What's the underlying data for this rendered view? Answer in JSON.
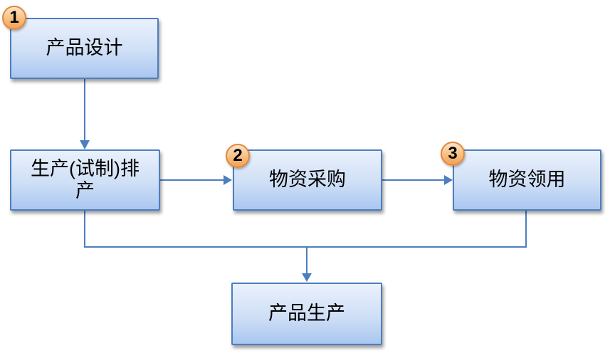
{
  "diagram": {
    "type": "flowchart",
    "background_color": "#ffffff",
    "colors": {
      "node_border": "#4d7ebf",
      "node_fill_top": "#eaf1fc",
      "node_fill_bottom": "#a9c7f0",
      "connector": "#4d7ebf",
      "badge_fill_top": "#fce3c7",
      "badge_fill_bottom": "#efa254",
      "badge_border": "#e5873b",
      "text": "#000000"
    },
    "nodes": [
      {
        "id": "product-design",
        "label": "产品设计",
        "badge": "1"
      },
      {
        "id": "production-scheduling",
        "label": "生产(试制)排产",
        "badge": ""
      },
      {
        "id": "material-procurement",
        "label": "物资采购",
        "badge": "2"
      },
      {
        "id": "material-requisition",
        "label": "物资领用",
        "badge": "3"
      },
      {
        "id": "product-production",
        "label": "产品生产",
        "badge": ""
      }
    ],
    "edges": [
      {
        "from": "product-design",
        "to": "production-scheduling",
        "style": "straight-arrow-down"
      },
      {
        "from": "production-scheduling",
        "to": "material-procurement",
        "style": "straight-arrow-right"
      },
      {
        "from": "material-procurement",
        "to": "material-requisition",
        "style": "straight-arrow-right"
      },
      {
        "from": "production-scheduling",
        "to": "product-production",
        "style": "elbow-arrow"
      },
      {
        "from": "material-requisition",
        "to": "product-production",
        "style": "elbow-arrow"
      }
    ]
  }
}
